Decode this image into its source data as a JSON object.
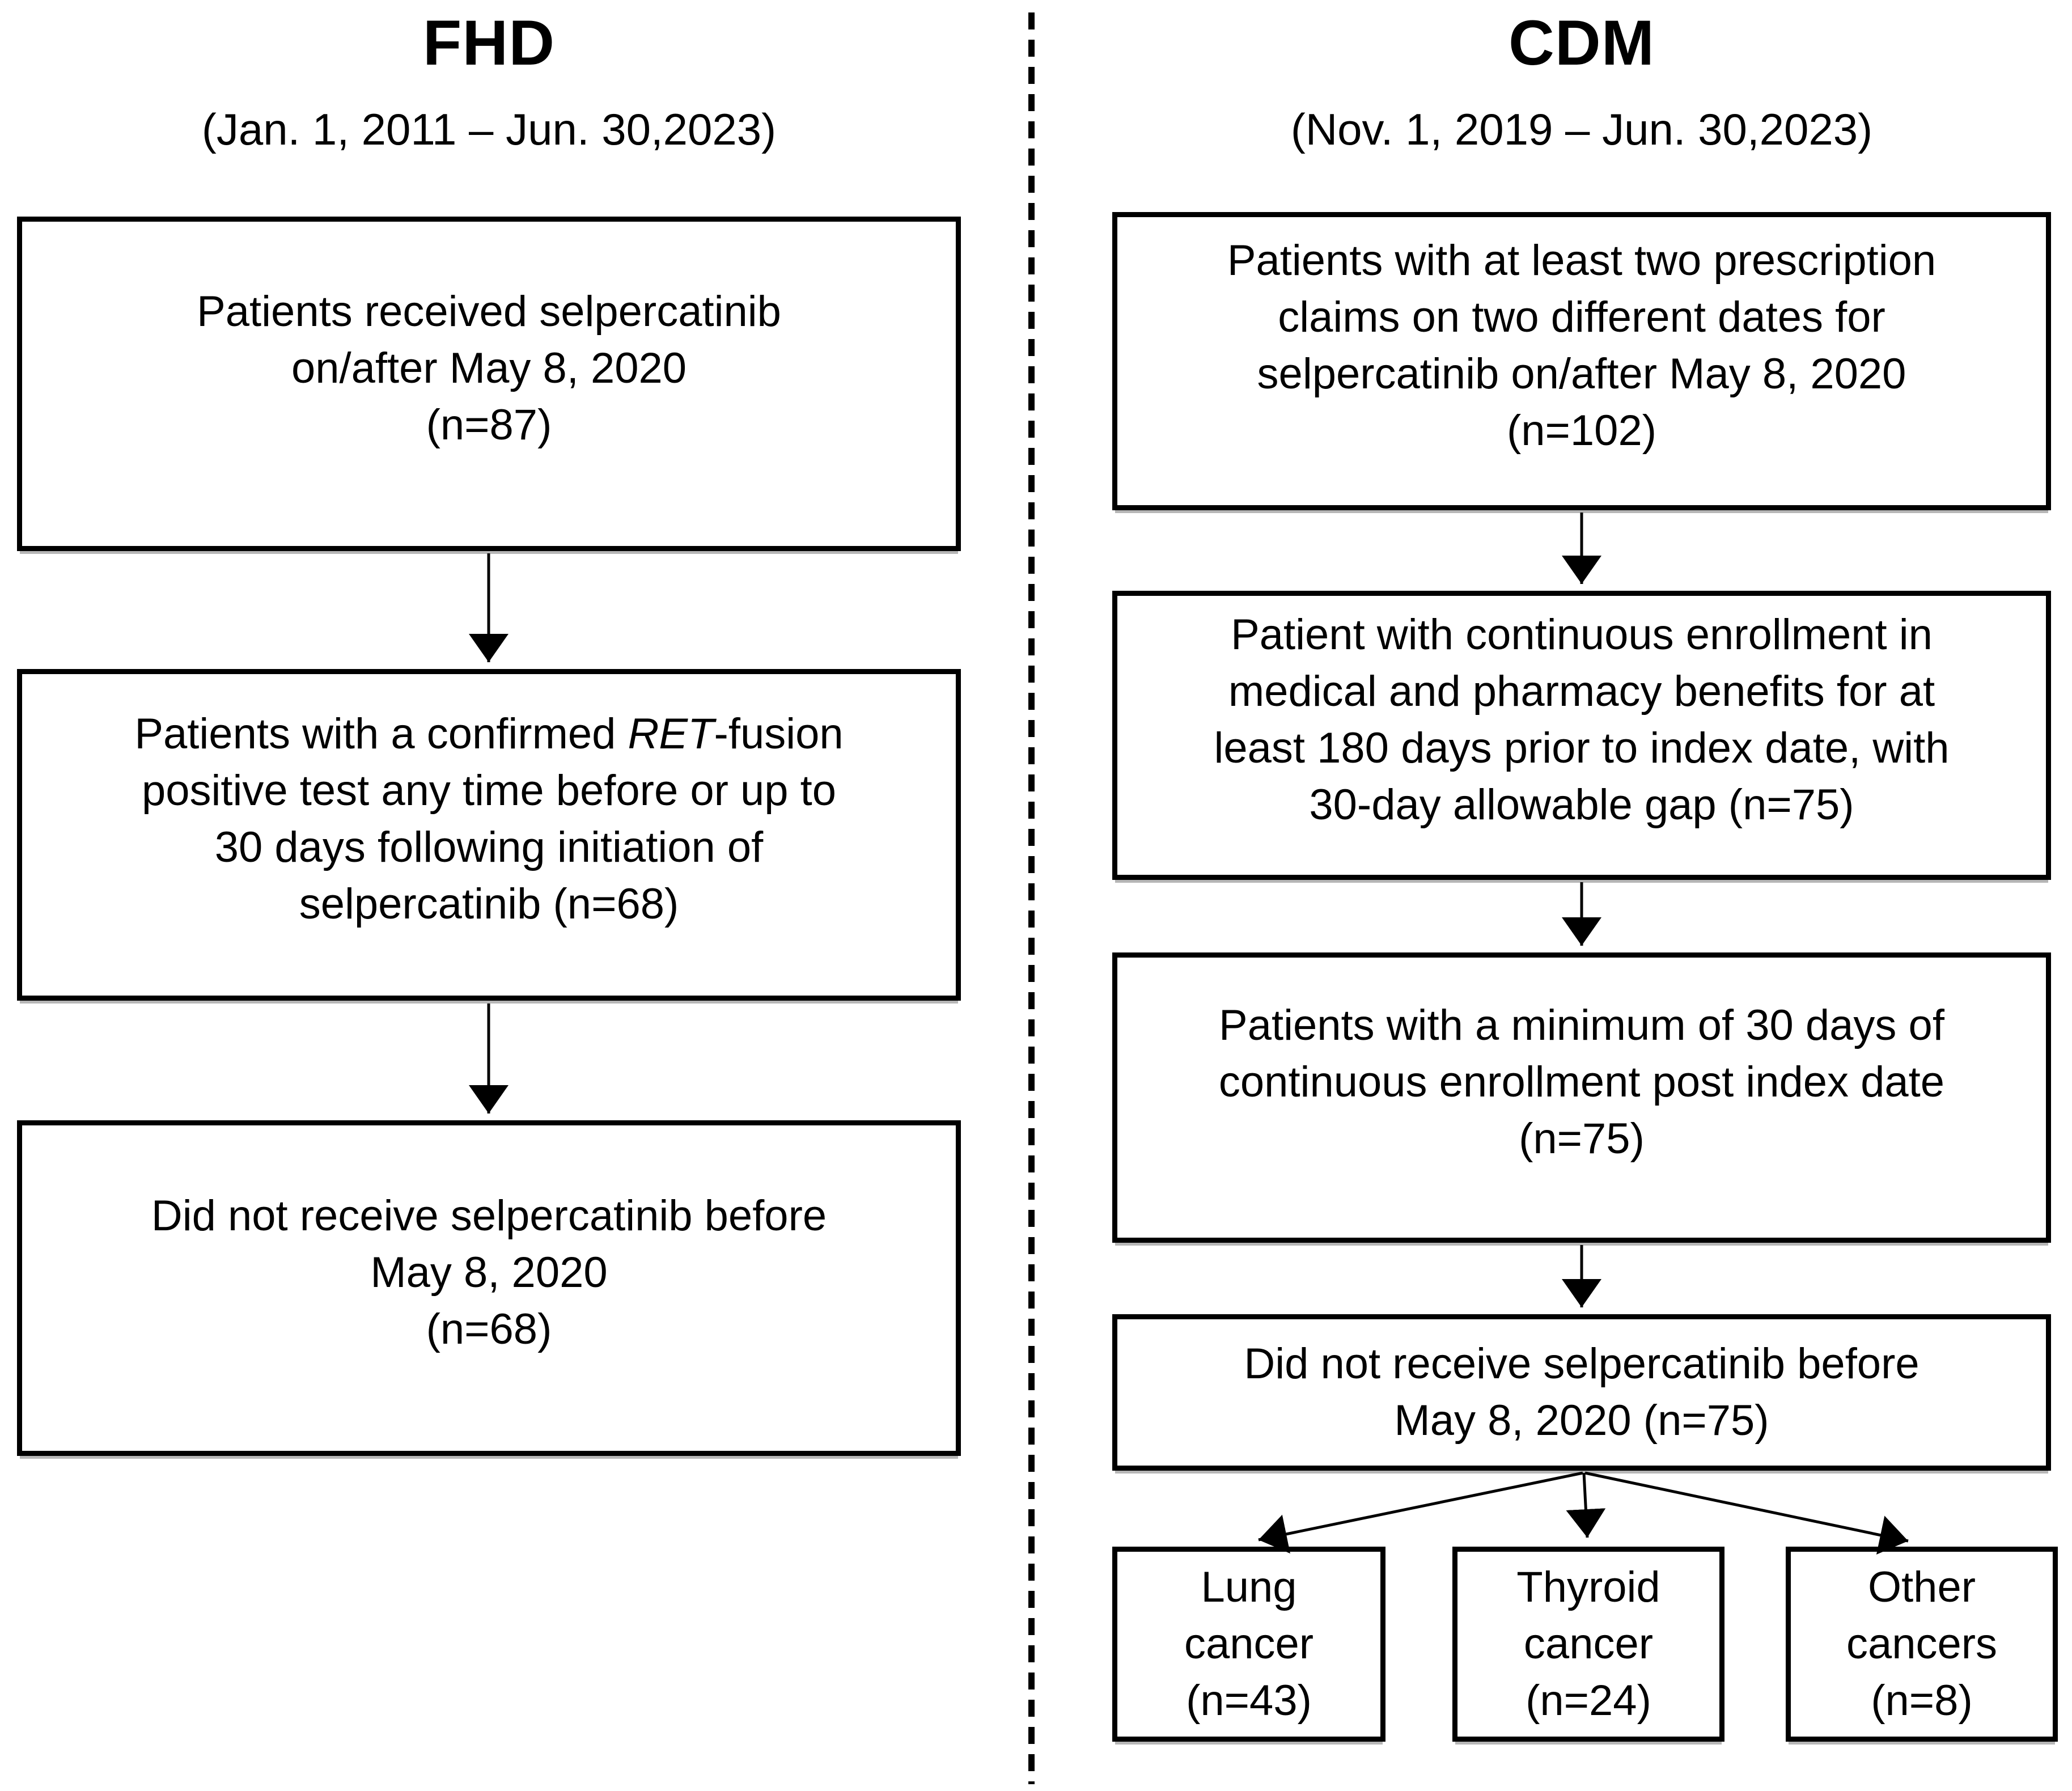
{
  "figure": {
    "left_panel": {
      "title": "FHD",
      "date_range": "(Jan. 1, 2011 – Jun. 30,2023)",
      "box1": "Patients received selpercatinib\non/after May 8, 2020\n(n=87)",
      "box2_line1_pre": "Patients with a confirmed ",
      "box2_gene": "RET",
      "box2_line1_suffix": "-fusion",
      "box2_rest": "positive test any time before or up to\n30 days following initiation of\nselpercatinib (n=68)",
      "box3": "Did not receive selpercatinib before\nMay 8, 2020\n(n=68)"
    },
    "right_panel": {
      "title": "CDM",
      "date_range": "(Nov. 1, 2019 – Jun. 30,2023)",
      "box1": "Patients with at least two prescription\nclaims on two different dates for\nselpercatinib on/after May 8, 2020\n(n=102)",
      "box2": "Patient with continuous enrollment in\nmedical and pharmacy benefits for at\nleast 180 days prior to index date, with\n30-day allowable gap (n=75)",
      "box3": "Patients with a minimum of 30 days of\ncontinuous enrollment post index date\n(n=75)",
      "box4": "Did not receive selpercatinib before\nMay 8, 2020 (n=75)",
      "lung_box": "Lung\ncancer\n(n=43)",
      "thyroid_box": "Thyroid\ncancer\n(n=24)",
      "other_box": "Other\ncancers\n(n=8)"
    },
    "colors": {
      "line": "#000000",
      "background": "#ffffff"
    }
  }
}
